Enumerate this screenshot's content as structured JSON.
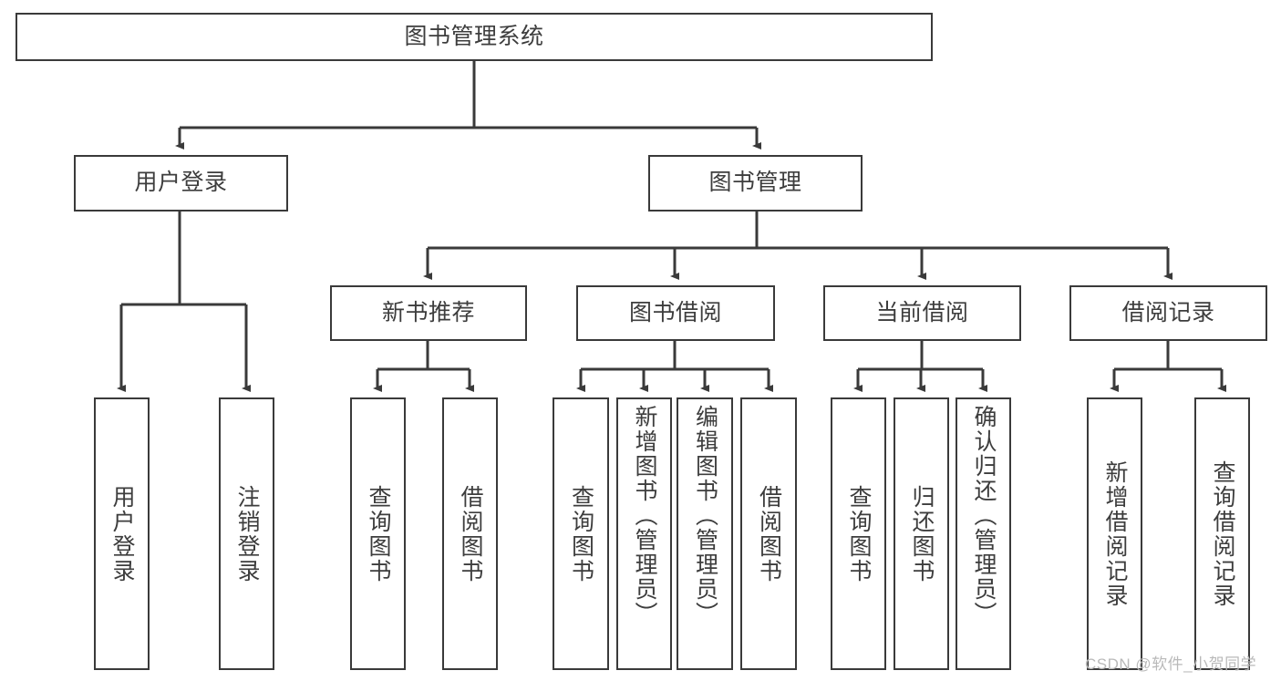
{
  "diagram": {
    "title": "图书管理系统",
    "type": "tree-hierarchy",
    "watermark": "CSDN @软件_小贺同学",
    "colors": {
      "background": "#ffffff",
      "box_border": "#3a3a3a",
      "box_fill": "#ffffff",
      "text": "#3d3d3d",
      "edge": "#3a3a3a",
      "watermark": "#b9b9b9"
    }
  },
  "nodes": {
    "root": {
      "label": "图书管理系统"
    },
    "level2": [
      {
        "id": "user-login",
        "label": "用户登录"
      },
      {
        "id": "book-manage",
        "label": "图书管理"
      }
    ],
    "level3": [
      {
        "id": "new-book-recommend",
        "label": "新书推荐"
      },
      {
        "id": "book-borrow",
        "label": "图书借阅"
      },
      {
        "id": "current-borrow",
        "label": "当前借阅"
      },
      {
        "id": "borrow-record",
        "label": "借阅记录"
      }
    ],
    "leaves": {
      "user-login": [
        {
          "id": "leaf-user-login",
          "label": "用户登录"
        },
        {
          "id": "leaf-logout-login",
          "label": "注销登录"
        }
      ],
      "new-book-recommend": [
        {
          "id": "leaf-query-book-1",
          "label": "查询图书"
        },
        {
          "id": "leaf-borrow-book-1",
          "label": "借阅图书"
        }
      ],
      "book-borrow": [
        {
          "id": "leaf-query-book-2",
          "label": "查询图书"
        },
        {
          "id": "leaf-add-book",
          "label": "新增图书（管理员）"
        },
        {
          "id": "leaf-edit-book",
          "label": "编辑图书（管理员）"
        },
        {
          "id": "leaf-borrow-book-2",
          "label": "借阅图书"
        }
      ],
      "current-borrow": [
        {
          "id": "leaf-query-book-3",
          "label": "查询图书"
        },
        {
          "id": "leaf-return-book",
          "label": "归还图书"
        },
        {
          "id": "leaf-confirm-return",
          "label": "确认归还（管理员）"
        }
      ],
      "borrow-record": [
        {
          "id": "leaf-add-record",
          "label": "新增借阅记录"
        },
        {
          "id": "leaf-query-record",
          "label": "查询借阅记录"
        }
      ]
    }
  }
}
